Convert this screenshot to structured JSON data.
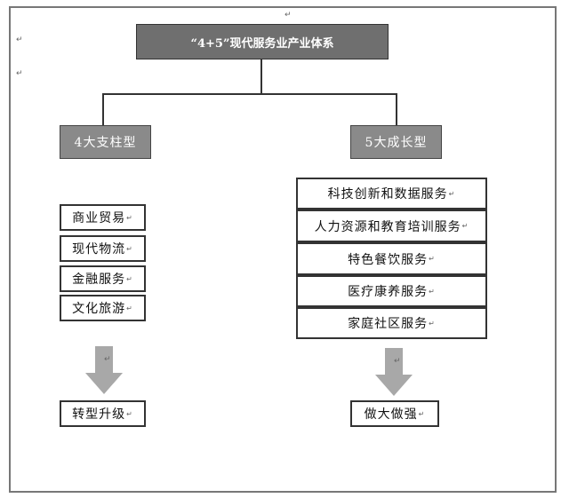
{
  "title": "“4+5”现代服务业产业体系",
  "para_mark": "↵",
  "left": {
    "category": "4大支柱型",
    "items": [
      "商业贸易",
      "现代物流",
      "金融服务",
      "文化旅游"
    ],
    "result": "转型升级"
  },
  "right": {
    "category": "5大成长型",
    "items": [
      "科技创新和数据服务",
      "人力资源和教育培训服务",
      "特色餐饮服务",
      "医疗康养服务",
      "家庭社区服务"
    ],
    "result": "做大做强"
  },
  "colors": {
    "title_fill": "#6f6f6f",
    "category_fill": "#8a8a8a",
    "arrow_fill": "#a8a8a8"
  }
}
